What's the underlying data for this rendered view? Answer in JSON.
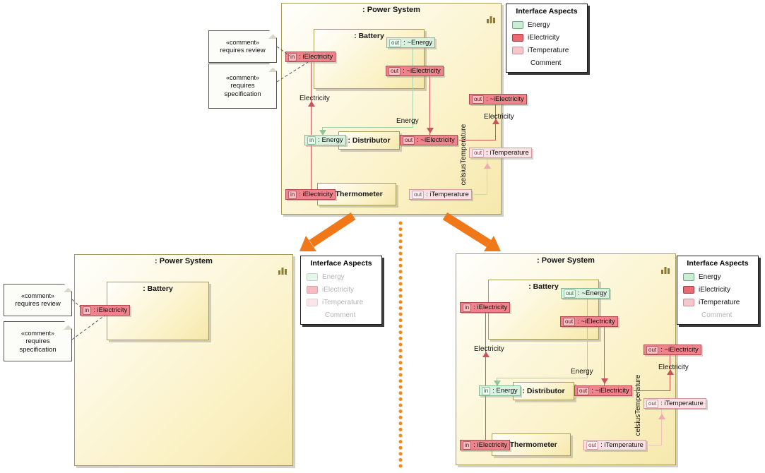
{
  "colors": {
    "block_fill_start": "#FFFFFC",
    "block_fill_end": "#F6E8AC",
    "block_border": "#A89C5B",
    "energy_fill": "#D9F1DF",
    "energy_border": "#85B892",
    "ielectricity_fill": "#EF838B",
    "ielectricity_border": "#AF4A52",
    "itemperature_fill": "#FAE2E4",
    "itemperature_border": "#D29AA1",
    "connector_red": "#C9545B",
    "connector_green": "#A3D2AF",
    "connector_pink": "#F3BFC5",
    "annotation_orange": "#F07818",
    "legend_background": "#FFFFFF"
  },
  "legend": {
    "title": "Interface Aspects",
    "items": [
      {
        "label": "Energy"
      },
      {
        "label": "iElectricity"
      },
      {
        "label": "iTemperature"
      },
      {
        "label": "Comment"
      }
    ]
  },
  "notes": {
    "review": {
      "stereotype": "«comment»",
      "body": "requires review"
    },
    "specification": {
      "stereotype": "«comment»",
      "body": "requires specification"
    }
  },
  "diagram": {
    "power_system_title": ": Power System",
    "battery_title": ": Battery",
    "distributor_title": ": Distributor",
    "thermometer_title": ": Thermometer",
    "ports": {
      "in_ielectricity": {
        "dir": "in",
        "type": ": iElectricity"
      },
      "out_energy": {
        "dir": "out",
        "type": ": ~Energy"
      },
      "out_ielectricity": {
        "dir": "out",
        "type": ": ~iElectricity"
      },
      "in_energy": {
        "dir": "in",
        "type": ": Energy"
      },
      "out_itemperature": {
        "dir": "out",
        "type": ": iTemperature"
      }
    },
    "flow_labels": {
      "electricity": "Electricity",
      "energy": "Energy",
      "celsius_temperature": "celsiusTemperature"
    }
  }
}
